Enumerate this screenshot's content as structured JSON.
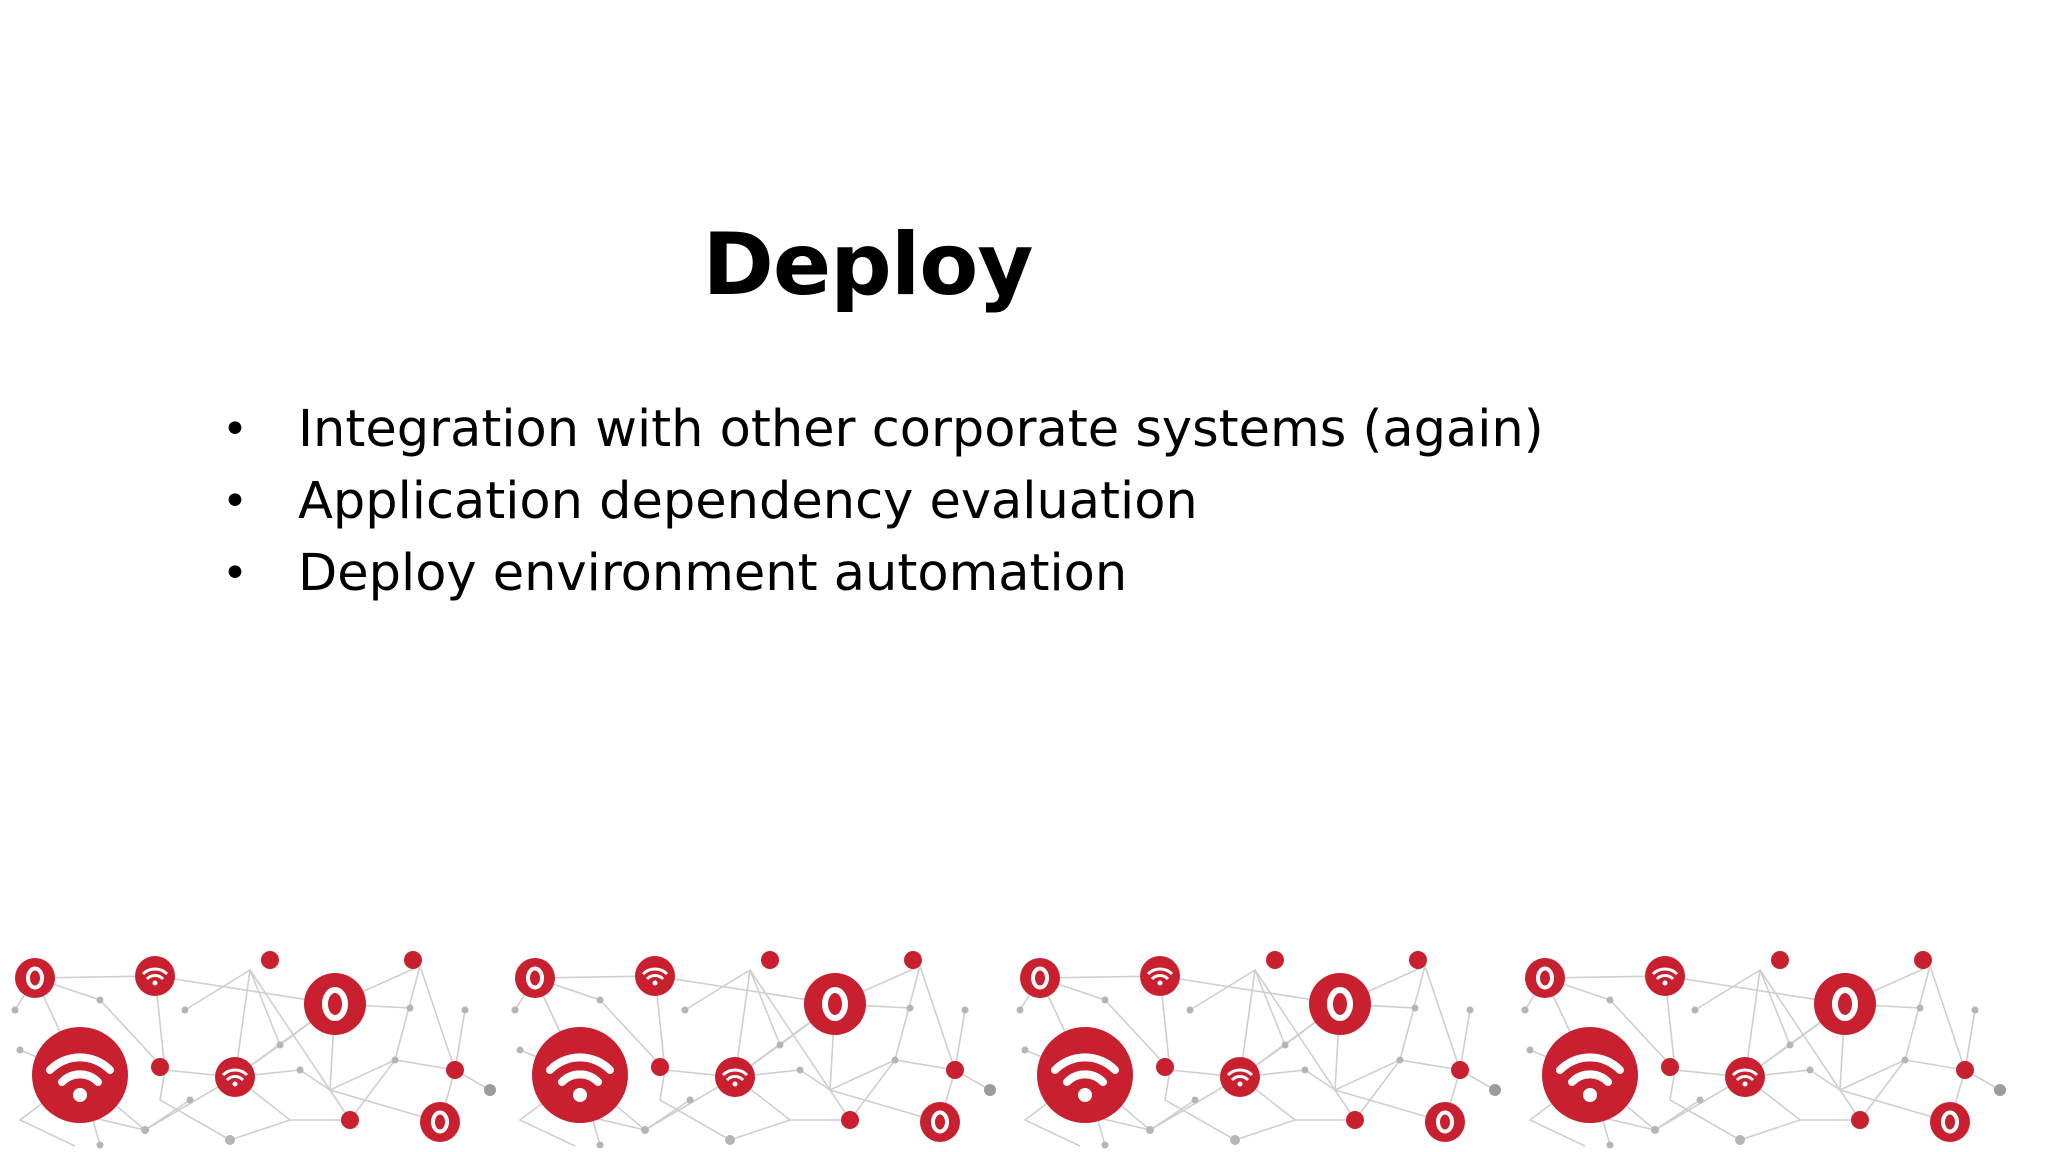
{
  "slide": {
    "title": "Deploy",
    "bullet_symbol": "•",
    "bullets": [
      "Integration with other corporate systems (again)",
      "Application dependency evaluation",
      "Deploy environment automation"
    ]
  },
  "colors": {
    "accent_red": "#c8202f",
    "node_gray": "#a9a9a9",
    "line_gray": "#c9c9c9",
    "text": "#000000",
    "background": "#ffffff"
  },
  "footer": {
    "decoration": "network-pattern",
    "icons": [
      "wifi-icon",
      "opera-icon"
    ]
  }
}
